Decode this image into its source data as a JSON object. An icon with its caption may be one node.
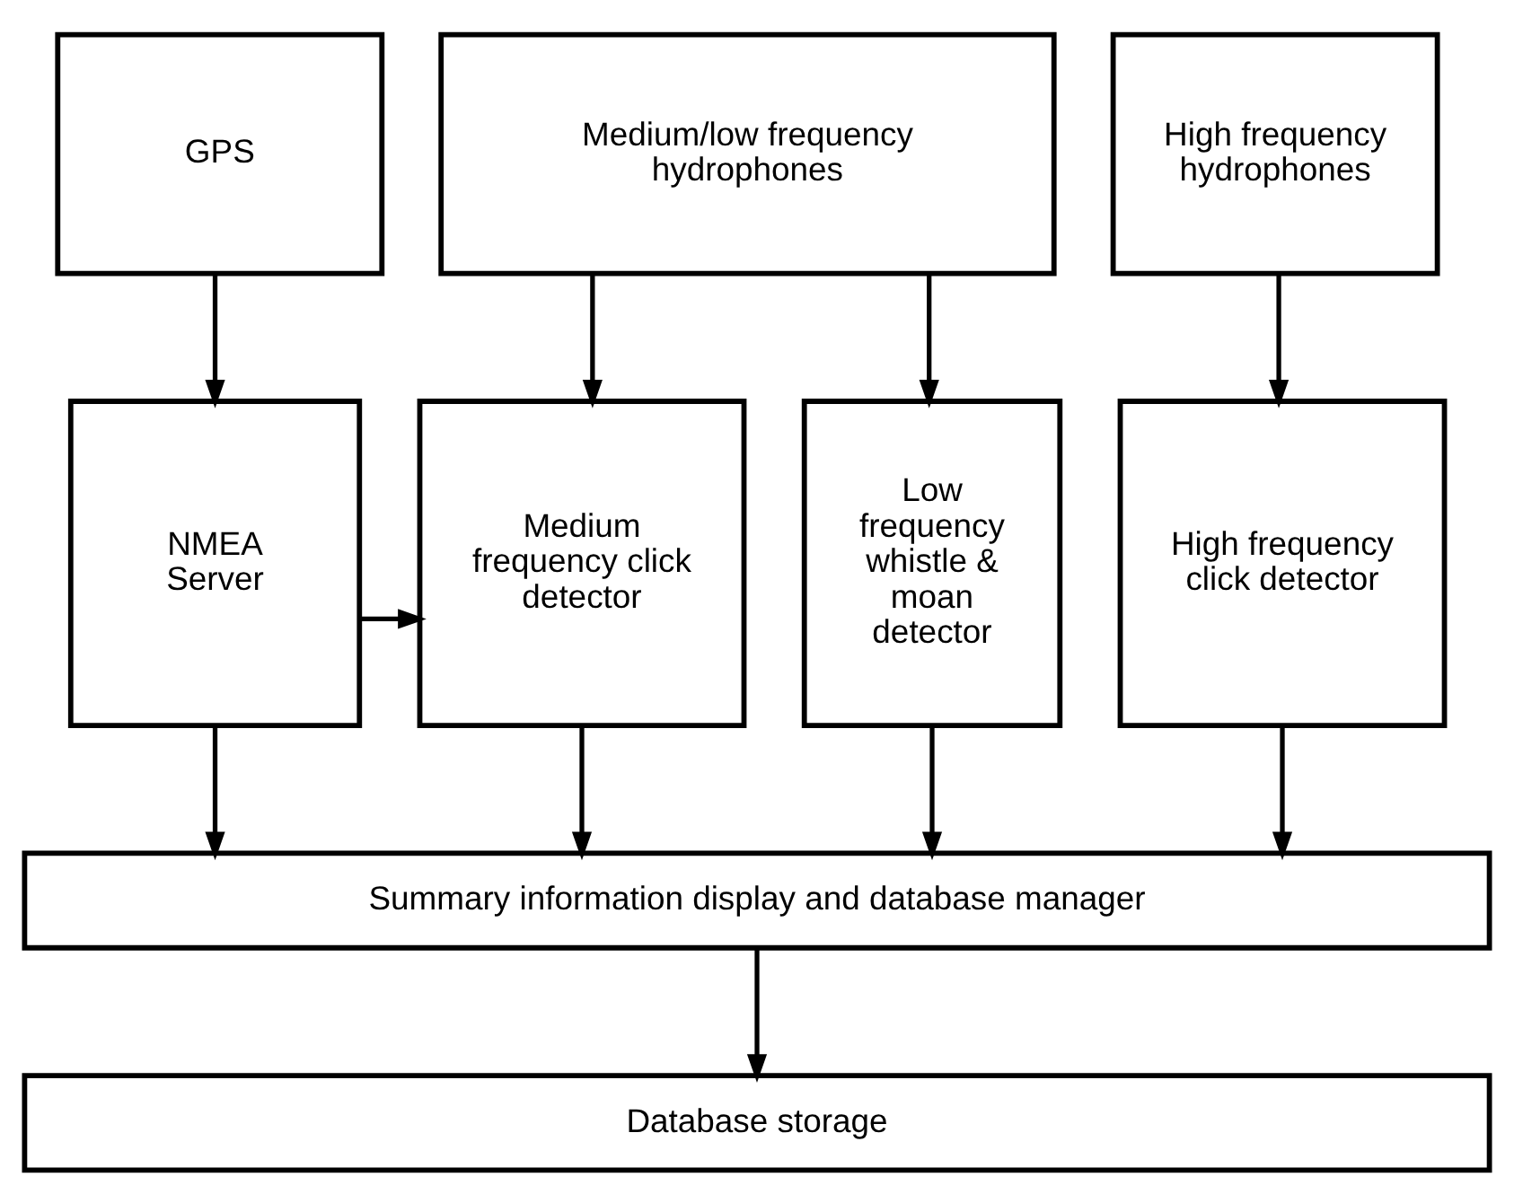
{
  "diagram": {
    "nodes": [
      {
        "text": [
          "GPS"
        ]
      },
      {
        "text": [
          "Medium/low frequency hydrophones"
        ]
      },
      {
        "text": [
          "High frequency hydrophones"
        ]
      },
      {
        "text": [
          "NMEA Server"
        ]
      },
      {
        "text": [
          "Medium frequency click detector"
        ]
      },
      {
        "text": [
          "Low frequency whistle & moan detector"
        ]
      },
      {
        "text": [
          "High frequency click detector"
        ]
      },
      {
        "text": [
          "Summary information display and database manager"
        ]
      },
      {
        "text": [
          "Database storage"
        ]
      }
    ],
    "edges": [
      {
        "from": 0,
        "to": 3,
        "arrow": "to"
      },
      {
        "from": 1,
        "to": 4,
        "arrow": "to"
      },
      {
        "from": 1,
        "to": 5,
        "arrow": "to"
      },
      {
        "from": 2,
        "to": 6,
        "arrow": "to"
      },
      {
        "from": 3,
        "to": 4,
        "arrow": "to"
      },
      {
        "from": 3,
        "to": 7,
        "arrow": "to"
      },
      {
        "from": 4,
        "to": 7,
        "arrow": "to"
      },
      {
        "from": 5,
        "to": 7,
        "arrow": "to"
      },
      {
        "from": 6,
        "to": 7,
        "arrow": "to"
      },
      {
        "from": 7,
        "to": 8,
        "arrow": "to"
      }
    ]
  }
}
